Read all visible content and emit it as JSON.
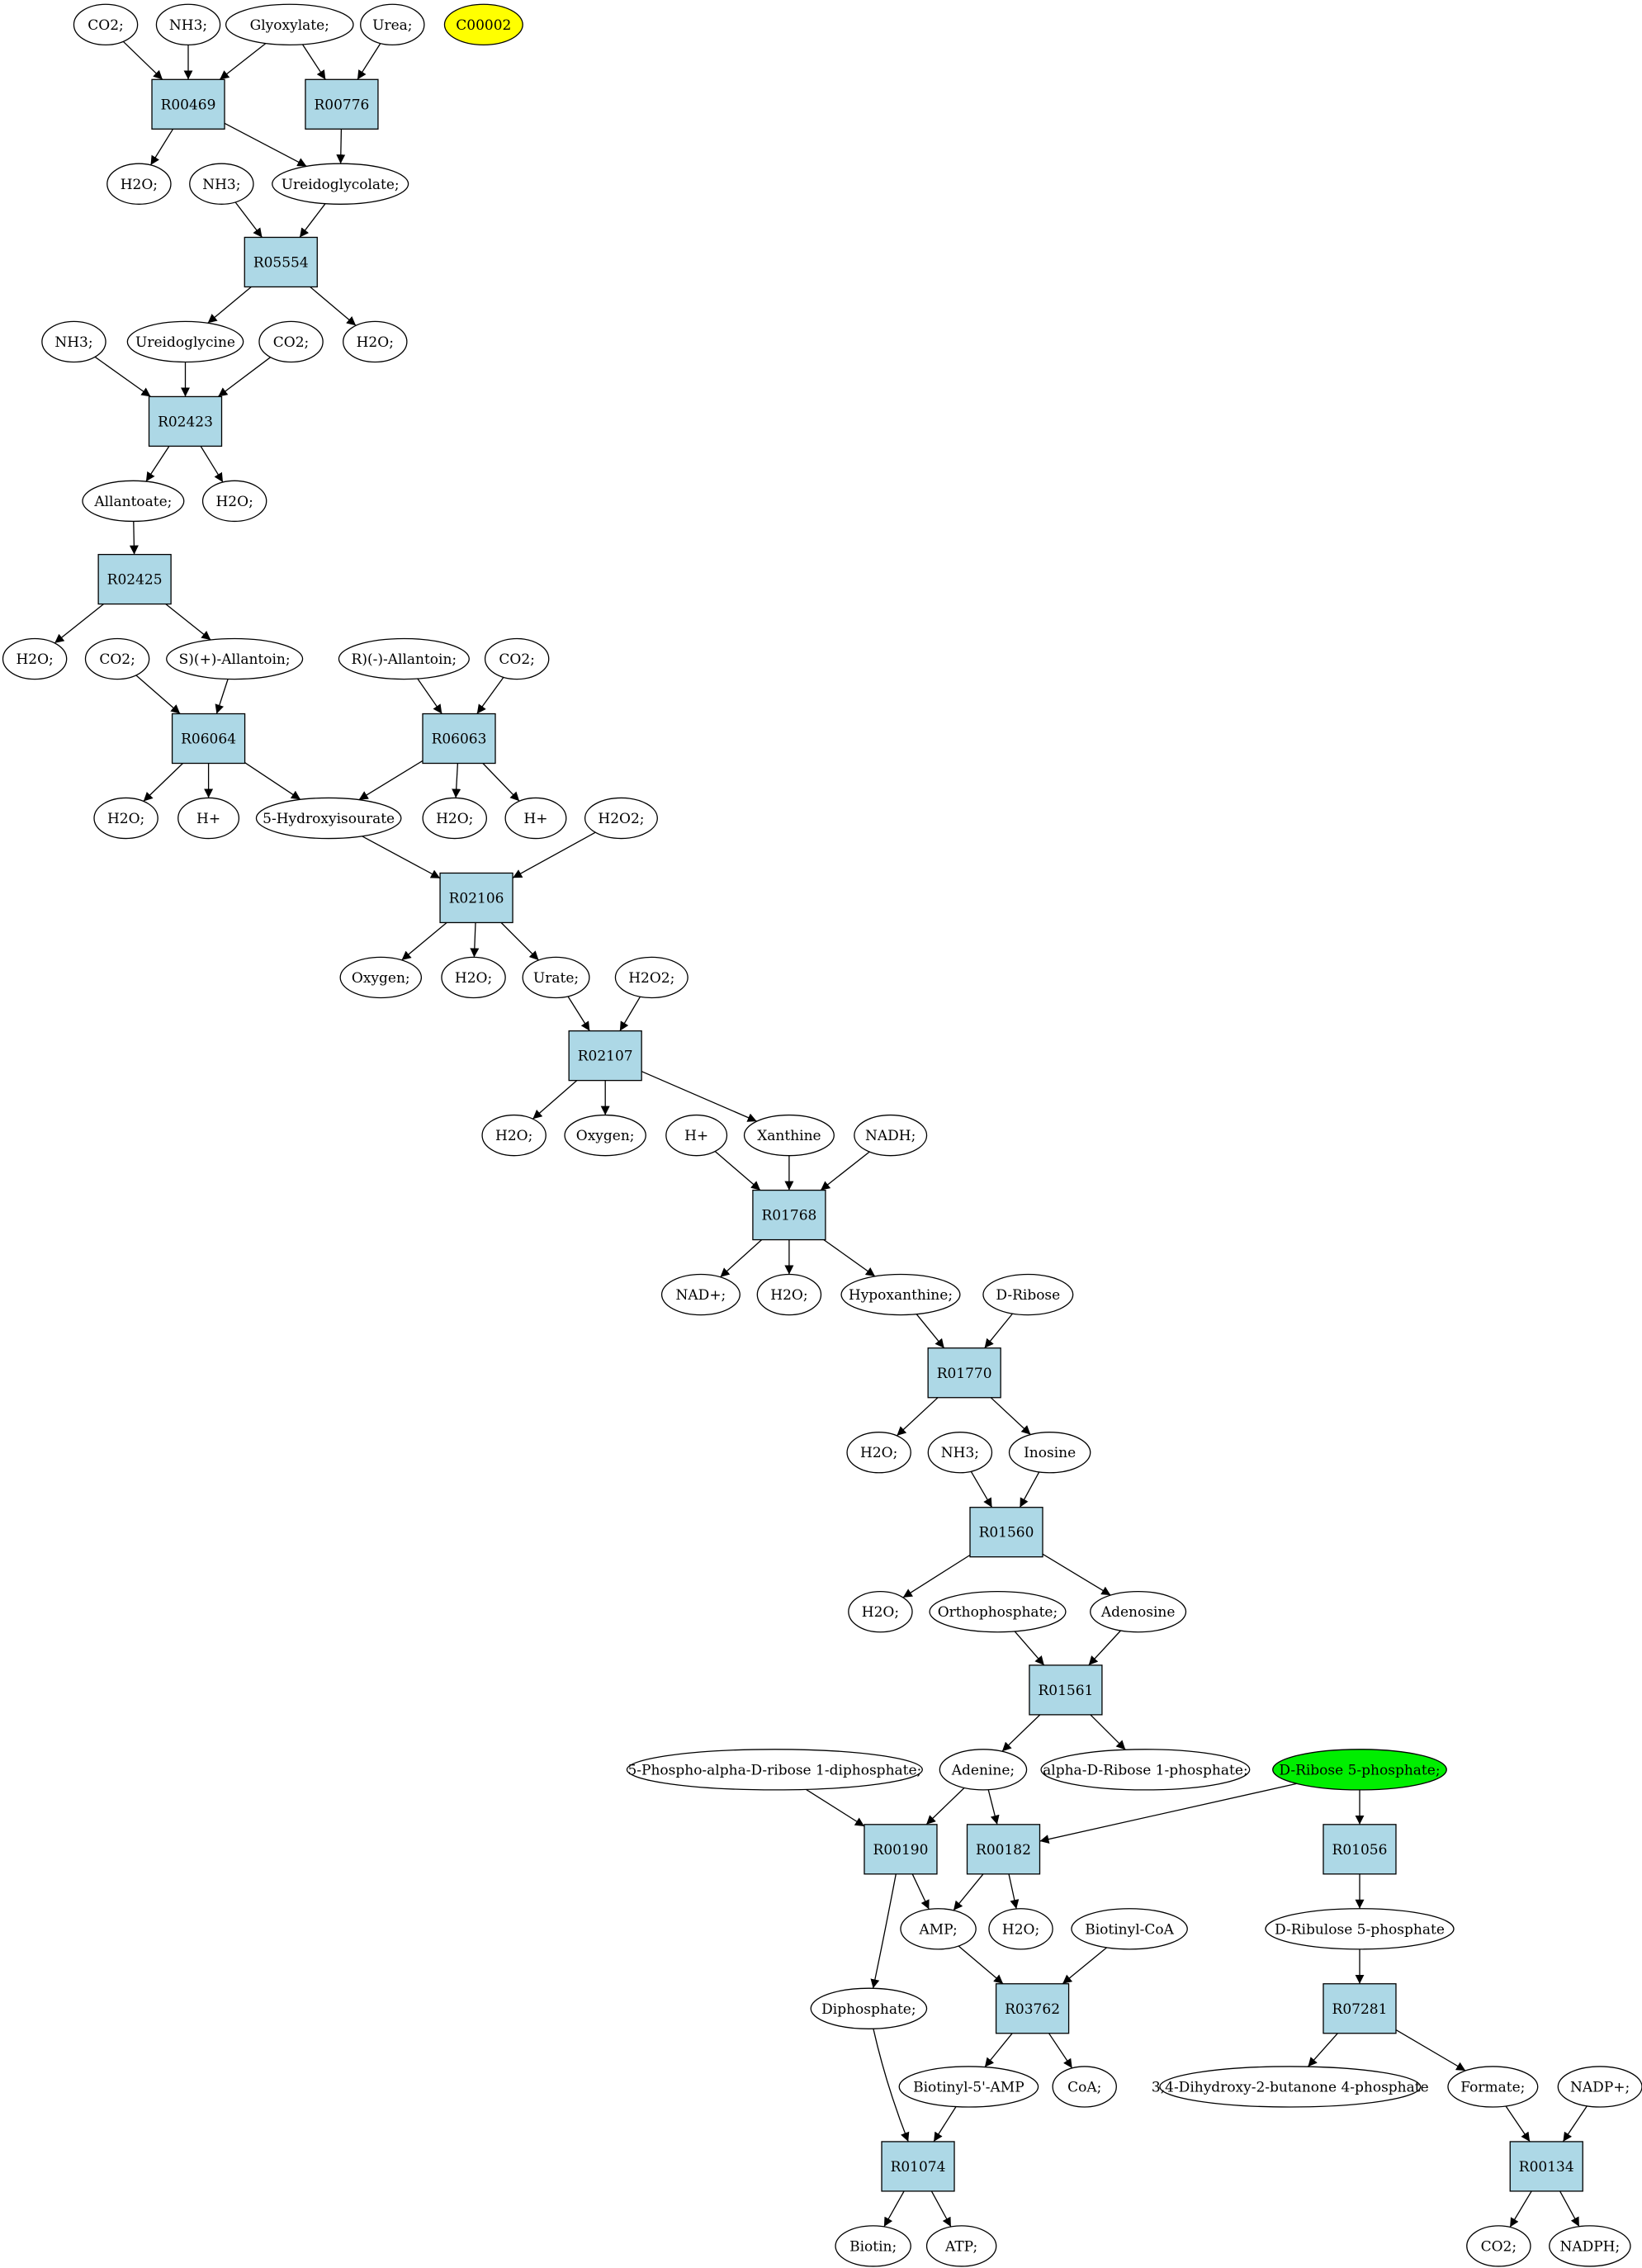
{
  "colors": {
    "compound_fill": "#ffffff",
    "reaction_fill": "#add8e6",
    "highlight_yellow": "#ffff00",
    "highlight_green": "#00ee00",
    "edge": "#000000"
  },
  "reactions": [
    {
      "id": "r_R00469",
      "label": "R00469"
    },
    {
      "id": "r_R00776",
      "label": "R00776"
    },
    {
      "id": "r_R05554",
      "label": "R05554"
    },
    {
      "id": "r_R02423",
      "label": "R02423"
    },
    {
      "id": "r_R02425",
      "label": "R02425"
    },
    {
      "id": "r_R06064",
      "label": "R06064"
    },
    {
      "id": "r_R06063",
      "label": "R06063"
    },
    {
      "id": "r_R02106",
      "label": "R02106"
    },
    {
      "id": "r_R02107",
      "label": "R02107"
    },
    {
      "id": "r_R01768",
      "label": "R01768"
    },
    {
      "id": "r_R01770",
      "label": "R01770"
    },
    {
      "id": "r_R01560",
      "label": "R01560"
    },
    {
      "id": "r_R01561",
      "label": "R01561"
    },
    {
      "id": "r_R00190",
      "label": "R00190"
    },
    {
      "id": "r_R00182",
      "label": "R00182"
    },
    {
      "id": "r_R01056",
      "label": "R01056"
    },
    {
      "id": "r_R03762",
      "label": "R03762"
    },
    {
      "id": "r_R07281",
      "label": "R07281"
    },
    {
      "id": "r_R01074",
      "label": "R01074"
    },
    {
      "id": "r_R00134",
      "label": "R00134"
    }
  ],
  "compounds": [
    {
      "id": "c_co2_1",
      "label": "CO2;"
    },
    {
      "id": "c_nh3_1",
      "label": "NH3;"
    },
    {
      "id": "c_glyoxylate",
      "label": "Glyoxylate;"
    },
    {
      "id": "c_urea",
      "label": "Urea;"
    },
    {
      "id": "c_C00002",
      "label": "C00002",
      "highlight": "yellow"
    },
    {
      "id": "c_h2o_1",
      "label": "H2O;"
    },
    {
      "id": "c_ureidoglycolate",
      "label": "Ureidoglycolate;"
    },
    {
      "id": "c_nh3_2",
      "label": "NH3;"
    },
    {
      "id": "c_nh3_3",
      "label": "NH3;"
    },
    {
      "id": "c_ureidoglycine",
      "label": "Ureidoglycine"
    },
    {
      "id": "c_co2_2",
      "label": "CO2;"
    },
    {
      "id": "c_h2o_2",
      "label": "H2O;"
    },
    {
      "id": "c_allantoate",
      "label": "Allantoate;"
    },
    {
      "id": "c_h2o_3",
      "label": "H2O;"
    },
    {
      "id": "c_h2o_4",
      "label": "H2O;"
    },
    {
      "id": "c_co2_3",
      "label": "CO2;"
    },
    {
      "id": "c_s_allantoin",
      "label": "S)(+)-Allantoin;"
    },
    {
      "id": "c_r_allantoin",
      "label": "R)(-)-Allantoin;"
    },
    {
      "id": "c_co2_4",
      "label": "CO2;"
    },
    {
      "id": "c_h2o_5",
      "label": "H2O;"
    },
    {
      "id": "c_hplus_1",
      "label": "H+"
    },
    {
      "id": "c_hydroxyisourate",
      "label": "5-Hydroxyisourate"
    },
    {
      "id": "c_h2o_6",
      "label": "H2O;"
    },
    {
      "id": "c_hplus_2",
      "label": "H+"
    },
    {
      "id": "c_h2o2_1",
      "label": "H2O2;"
    },
    {
      "id": "c_oxygen_1",
      "label": "Oxygen;"
    },
    {
      "id": "c_h2o_7",
      "label": "H2O;"
    },
    {
      "id": "c_urate",
      "label": "Urate;"
    },
    {
      "id": "c_h2o2_2",
      "label": "H2O2;"
    },
    {
      "id": "c_h2o_8",
      "label": "H2O;"
    },
    {
      "id": "c_oxygen_2",
      "label": "Oxygen;"
    },
    {
      "id": "c_hplus_3",
      "label": "H+"
    },
    {
      "id": "c_xanthine",
      "label": "Xanthine"
    },
    {
      "id": "c_nadh",
      "label": "NADH;"
    },
    {
      "id": "c_nadplus",
      "label": "NAD+;"
    },
    {
      "id": "c_h2o_9",
      "label": "H2O;"
    },
    {
      "id": "c_hypoxanthine",
      "label": "Hypoxanthine;"
    },
    {
      "id": "c_dribose",
      "label": "D-Ribose"
    },
    {
      "id": "c_h2o_10",
      "label": "H2O;"
    },
    {
      "id": "c_nh3_4",
      "label": "NH3;"
    },
    {
      "id": "c_inosine",
      "label": "Inosine"
    },
    {
      "id": "c_h2o_11",
      "label": "H2O;"
    },
    {
      "id": "c_orthophosphate",
      "label": "Orthophosphate;"
    },
    {
      "id": "c_adenosine",
      "label": "Adenosine"
    },
    {
      "id": "c_prpp",
      "label": "5-Phospho-alpha-D-ribose 1-diphosphate;"
    },
    {
      "id": "c_adenine",
      "label": "Adenine;"
    },
    {
      "id": "c_ribose1p",
      "label": "alpha-D-Ribose 1-phosphate;"
    },
    {
      "id": "c_ribose5p",
      "label": "D-Ribose 5-phosphate;",
      "highlight": "green"
    },
    {
      "id": "c_amp",
      "label": "AMP;"
    },
    {
      "id": "c_h2o_12",
      "label": "H2O;"
    },
    {
      "id": "c_biotinylcoa",
      "label": "Biotinyl-CoA"
    },
    {
      "id": "c_ribulose5p",
      "label": "D-Ribulose 5-phosphate"
    },
    {
      "id": "c_diphosphate",
      "label": "Diphosphate;"
    },
    {
      "id": "c_biotinylamp",
      "label": "Biotinyl-5'-AMP"
    },
    {
      "id": "c_coa",
      "label": "CoA;"
    },
    {
      "id": "c_dihydroxybutanone",
      "label": "3,4-Dihydroxy-2-butanone 4-phosphate"
    },
    {
      "id": "c_formate",
      "label": "Formate;"
    },
    {
      "id": "c_nadpplus",
      "label": "NADP+;"
    },
    {
      "id": "c_biotin",
      "label": "Biotin;"
    },
    {
      "id": "c_atp",
      "label": "ATP;"
    },
    {
      "id": "c_co2_5",
      "label": "CO2;"
    },
    {
      "id": "c_nadph",
      "label": "NADPH;"
    }
  ],
  "edges": [
    [
      "c_co2_1",
      "r_R00469"
    ],
    [
      "c_nh3_1",
      "r_R00469"
    ],
    [
      "c_glyoxylate",
      "r_R00469"
    ],
    [
      "c_glyoxylate",
      "r_R00776"
    ],
    [
      "c_urea",
      "r_R00776"
    ],
    [
      "r_R00469",
      "c_h2o_1"
    ],
    [
      "r_R00469",
      "c_ureidoglycolate"
    ],
    [
      "r_R00776",
      "c_ureidoglycolate"
    ],
    [
      "c_nh3_2",
      "r_R05554"
    ],
    [
      "c_ureidoglycolate",
      "r_R05554"
    ],
    [
      "r_R05554",
      "c_ureidoglycine"
    ],
    [
      "r_R05554",
      "c_h2o_2"
    ],
    [
      "c_nh3_3",
      "r_R02423"
    ],
    [
      "c_ureidoglycine",
      "r_R02423"
    ],
    [
      "c_co2_2",
      "r_R02423"
    ],
    [
      "r_R02423",
      "c_allantoate"
    ],
    [
      "r_R02423",
      "c_h2o_3"
    ],
    [
      "c_allantoate",
      "r_R02425"
    ],
    [
      "r_R02425",
      "c_h2o_4"
    ],
    [
      "r_R02425",
      "c_s_allantoin"
    ],
    [
      "c_co2_3",
      "r_R06064"
    ],
    [
      "c_s_allantoin",
      "r_R06064"
    ],
    [
      "c_r_allantoin",
      "r_R06063"
    ],
    [
      "c_co2_4",
      "r_R06063"
    ],
    [
      "r_R06064",
      "c_h2o_5"
    ],
    [
      "r_R06064",
      "c_hplus_1"
    ],
    [
      "r_R06064",
      "c_hydroxyisourate"
    ],
    [
      "r_R06063",
      "c_hydroxyisourate"
    ],
    [
      "r_R06063",
      "c_h2o_6"
    ],
    [
      "r_R06063",
      "c_hplus_2"
    ],
    [
      "c_hydroxyisourate",
      "r_R02106"
    ],
    [
      "c_h2o2_1",
      "r_R02106"
    ],
    [
      "r_R02106",
      "c_oxygen_1"
    ],
    [
      "r_R02106",
      "c_h2o_7"
    ],
    [
      "r_R02106",
      "c_urate"
    ],
    [
      "c_urate",
      "r_R02107"
    ],
    [
      "c_h2o2_2",
      "r_R02107"
    ],
    [
      "r_R02107",
      "c_h2o_8"
    ],
    [
      "r_R02107",
      "c_oxygen_2"
    ],
    [
      "r_R02107",
      "c_xanthine"
    ],
    [
      "c_hplus_3",
      "r_R01768"
    ],
    [
      "c_xanthine",
      "r_R01768"
    ],
    [
      "c_nadh",
      "r_R01768"
    ],
    [
      "r_R01768",
      "c_nadplus"
    ],
    [
      "r_R01768",
      "c_h2o_9"
    ],
    [
      "r_R01768",
      "c_hypoxanthine"
    ],
    [
      "c_hypoxanthine",
      "r_R01770"
    ],
    [
      "c_dribose",
      "r_R01770"
    ],
    [
      "r_R01770",
      "c_h2o_10"
    ],
    [
      "r_R01770",
      "c_inosine"
    ],
    [
      "c_nh3_4",
      "r_R01560"
    ],
    [
      "c_inosine",
      "r_R01560"
    ],
    [
      "r_R01560",
      "c_h2o_11"
    ],
    [
      "r_R01560",
      "c_adenosine"
    ],
    [
      "c_orthophosphate",
      "r_R01561"
    ],
    [
      "c_adenosine",
      "r_R01561"
    ],
    [
      "r_R01561",
      "c_adenine"
    ],
    [
      "r_R01561",
      "c_ribose1p"
    ],
    [
      "c_prpp",
      "r_R00190"
    ],
    [
      "c_adenine",
      "r_R00190"
    ],
    [
      "c_adenine",
      "r_R00182"
    ],
    [
      "c_ribose5p",
      "r_R00182"
    ],
    [
      "c_ribose5p",
      "r_R01056"
    ],
    [
      "r_R00190",
      "c_amp"
    ],
    [
      "r_R00190",
      "c_diphosphate"
    ],
    [
      "r_R00182",
      "c_amp"
    ],
    [
      "r_R00182",
      "c_h2o_12"
    ],
    [
      "c_amp",
      "r_R03762"
    ],
    [
      "c_biotinylcoa",
      "r_R03762"
    ],
    [
      "r_R01056",
      "c_ribulose5p"
    ],
    [
      "c_ribulose5p",
      "r_R07281"
    ],
    [
      "r_R03762",
      "c_biotinylamp"
    ],
    [
      "r_R03762",
      "c_coa"
    ],
    [
      "r_R07281",
      "c_dihydroxybutanone"
    ],
    [
      "r_R07281",
      "c_formate"
    ],
    [
      "c_diphosphate",
      "r_R01074"
    ],
    [
      "c_biotinylamp",
      "r_R01074"
    ],
    [
      "c_formate",
      "r_R00134"
    ],
    [
      "c_nadpplus",
      "r_R00134"
    ],
    [
      "r_R01074",
      "c_biotin"
    ],
    [
      "r_R01074",
      "c_atp"
    ],
    [
      "r_R00134",
      "c_co2_5"
    ],
    [
      "r_R00134",
      "c_nadph"
    ]
  ]
}
